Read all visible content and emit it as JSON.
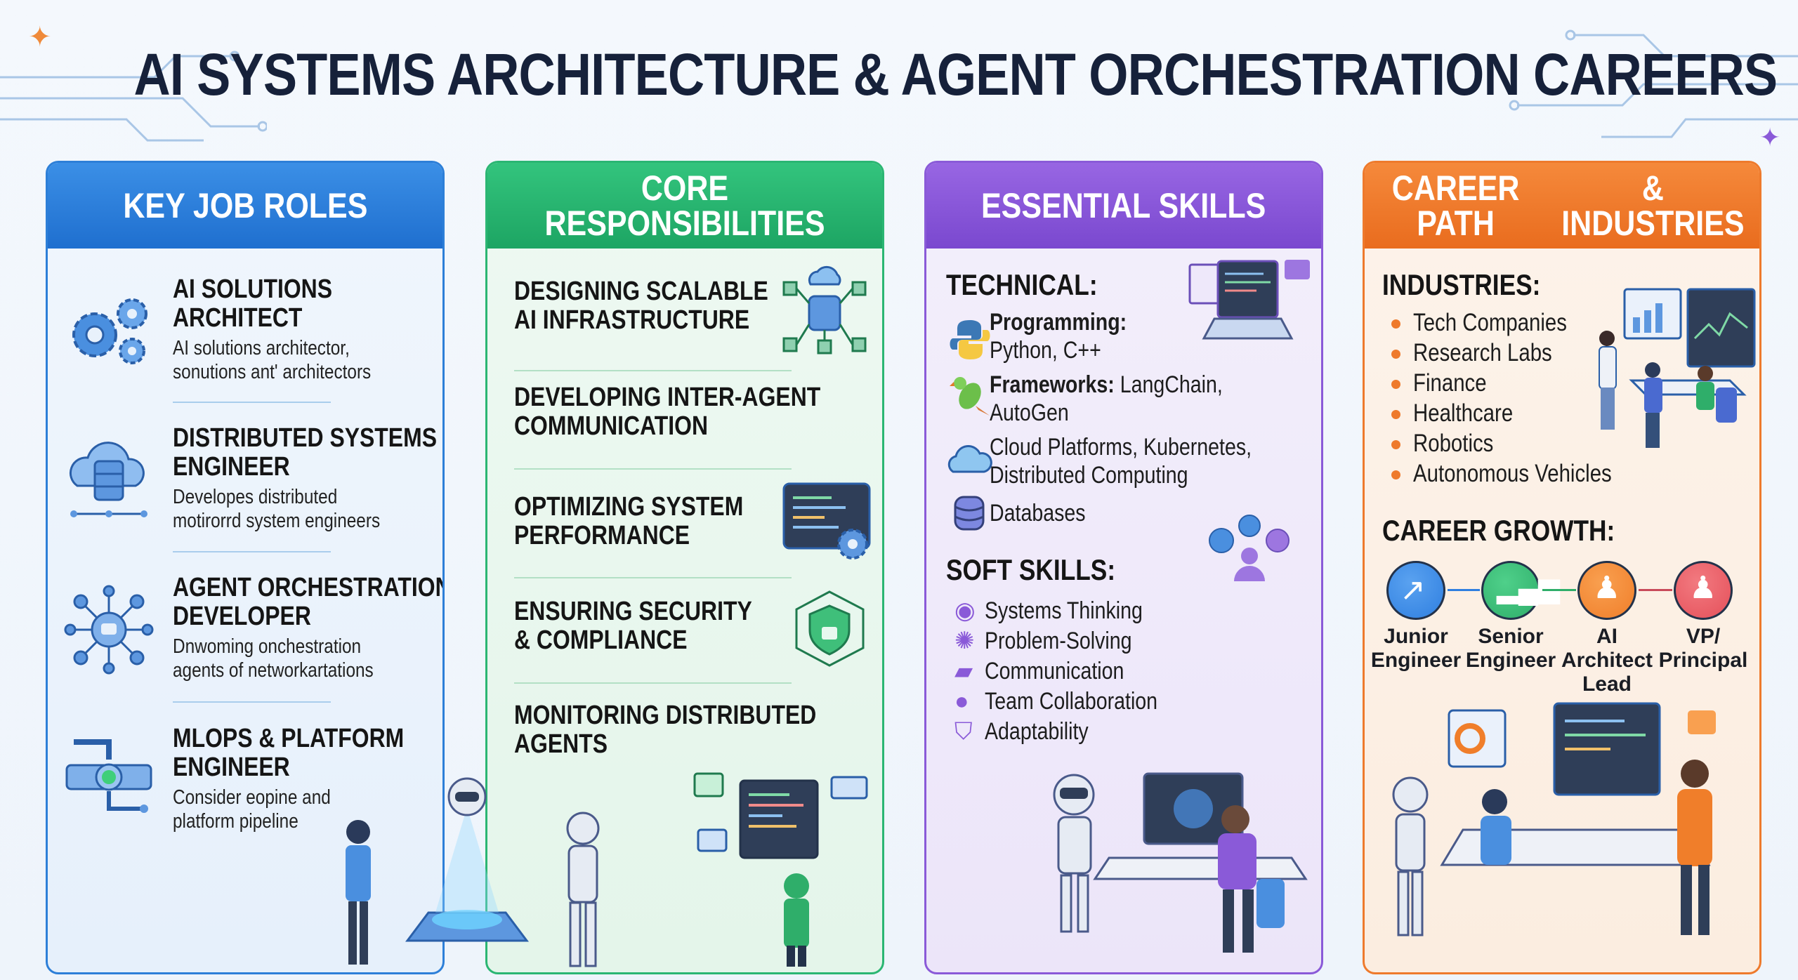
{
  "title": "AI SYSTEMS ARCHITECTURE & AGENT ORCHESTRATION CAREERS",
  "columns": {
    "roles": {
      "header": "KEY JOB ROLES",
      "items": [
        {
          "title1": "AI SOLUTIONS",
          "title2": "ARCHITECT",
          "desc1": "AI solutions architector,",
          "desc2": "sonutions ant' architectors",
          "icon": "gears-icon"
        },
        {
          "title1": "DISTRIBUTED SYSTEMS",
          "title2": "ENGINEER",
          "desc1": "Developes distributed",
          "desc2": "motirorrd system engineers",
          "icon": "cloud-database-icon"
        },
        {
          "title1": "AGENT ORCHESTRATION",
          "title2": "DEVELOPER",
          "desc1": "Dnwoming onchestration",
          "desc2": "agents of networkartations",
          "icon": "agent-network-icon"
        },
        {
          "title1": "MLOPS & PLATFORM",
          "title2": "ENGINEER",
          "desc1": "Consider eopine and",
          "desc2": "platform pipeline",
          "icon": "pipeline-icon"
        }
      ]
    },
    "responsibilities": {
      "header": "CORE RESPONSIBILITIES",
      "items": [
        {
          "l1": "DESIGNING SCALABLE",
          "l2": "AI INFRASTRUCTURE"
        },
        {
          "l1": "DEVELOPING INTER-AGENT",
          "l2": "COMMUNICATION"
        },
        {
          "l1": "OPTIMIZING SYSTEM",
          "l2": "PERFORMANCE"
        },
        {
          "l1": "ENSURING SECURITY",
          "l2": "& COMPLIANCE"
        },
        {
          "l1": "MONITORING DISTRIBUTED",
          "l2": "AGENTS"
        }
      ]
    },
    "skills": {
      "header": "ESSENTIAL SKILLS",
      "technical_heading": "TECHNICAL:",
      "technical": [
        {
          "bold": "Programming:",
          "l2": "Python, C++"
        },
        {
          "bold": "Frameworks:",
          "rest": " LangChain,",
          "l2": "AutoGen"
        },
        {
          "l1": "Cloud Platforms, Kubernetes,",
          "l2": "Distributed Computing"
        },
        {
          "l1": "Databases"
        }
      ],
      "soft_heading": "SOFT SKILLS:",
      "soft": [
        "Systems Thinking",
        "Problem-Solving",
        "Communication",
        "Team Collaboration",
        "Adaptability"
      ]
    },
    "career": {
      "header1": "CAREER PATH",
      "header2": "& INDUSTRIES",
      "industries_heading": "INDUSTRIES:",
      "industries": [
        "Tech Companies",
        "Research Labs",
        "Finance",
        "Healthcare",
        "Robotics",
        "Autonomous Vehicles"
      ],
      "growth_heading": "CAREER GROWTH:",
      "growth": [
        {
          "l1": "Junior",
          "l2": "Engineer",
          "color": "#2f7fe0"
        },
        {
          "l1": "Senior",
          "l2": "Engineer",
          "color": "#2fae6a"
        },
        {
          "l1": "AI Architect",
          "l2": "Lead",
          "color": "#f07e2a"
        },
        {
          "l1": "VP/",
          "l2": "Principal",
          "color": "#e5505a"
        }
      ]
    }
  },
  "colors": {
    "blue": "#2d7fd8",
    "green": "#2bb673",
    "purple": "#8a5ad8",
    "orange": "#ee7a2c"
  }
}
